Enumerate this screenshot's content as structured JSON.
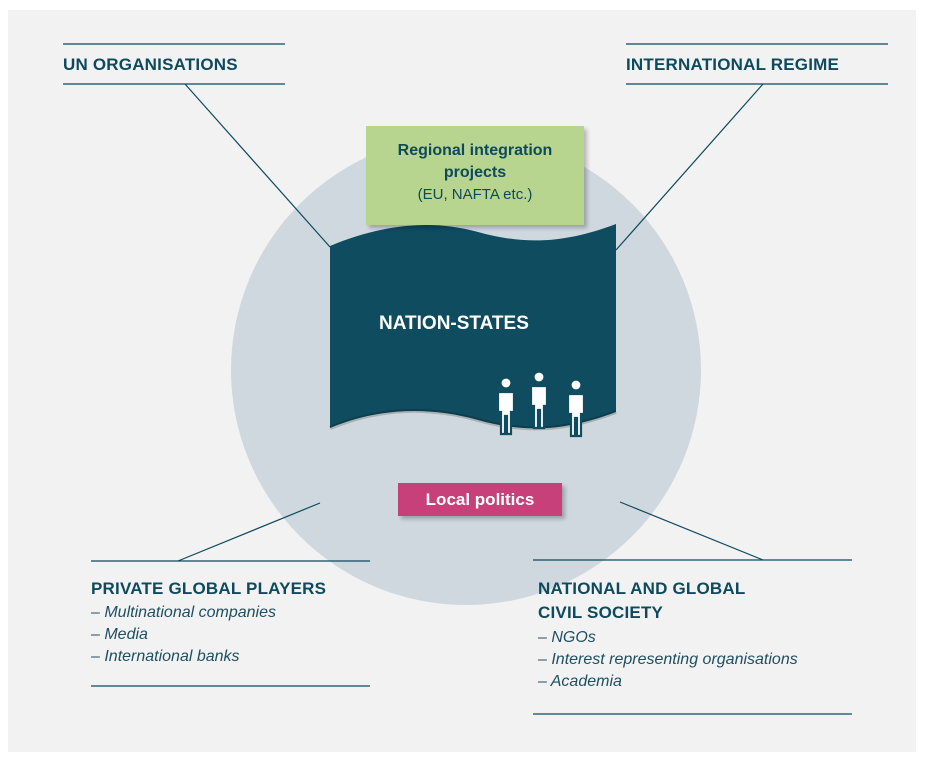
{
  "un_organisations": "UN ORGANISATIONS",
  "international_regime": "INTERNATIONAL REGIME",
  "regional": {
    "title_line1": "Regional integration",
    "title_line2": "projects",
    "subtitle": "(EU, NAFTA etc.)"
  },
  "nation_states": "NATION-STATES",
  "local_politics": "Local politics",
  "private_global_players": {
    "title": "PRIVATE GLOBAL PLAYERS",
    "items": [
      "– Multinational companies",
      "– Media",
      "– International banks"
    ]
  },
  "civil_society": {
    "title_line1": "NATIONAL AND GLOBAL",
    "title_line2": "CIVIL SOCIETY",
    "items": [
      "– NGOs",
      "– Interest representing organisations",
      "– Academia"
    ]
  },
  "colors": {
    "background": "#f2f2f2",
    "circle": "#cfd8de",
    "flag": "#0f4c5f",
    "text_dark": "#0e4a5e",
    "regional_box": "#b7d58e",
    "local_box": "#c8407a",
    "people": "#0f4c5f"
  },
  "icons": [
    "person-icon",
    "person-icon",
    "person-icon"
  ]
}
